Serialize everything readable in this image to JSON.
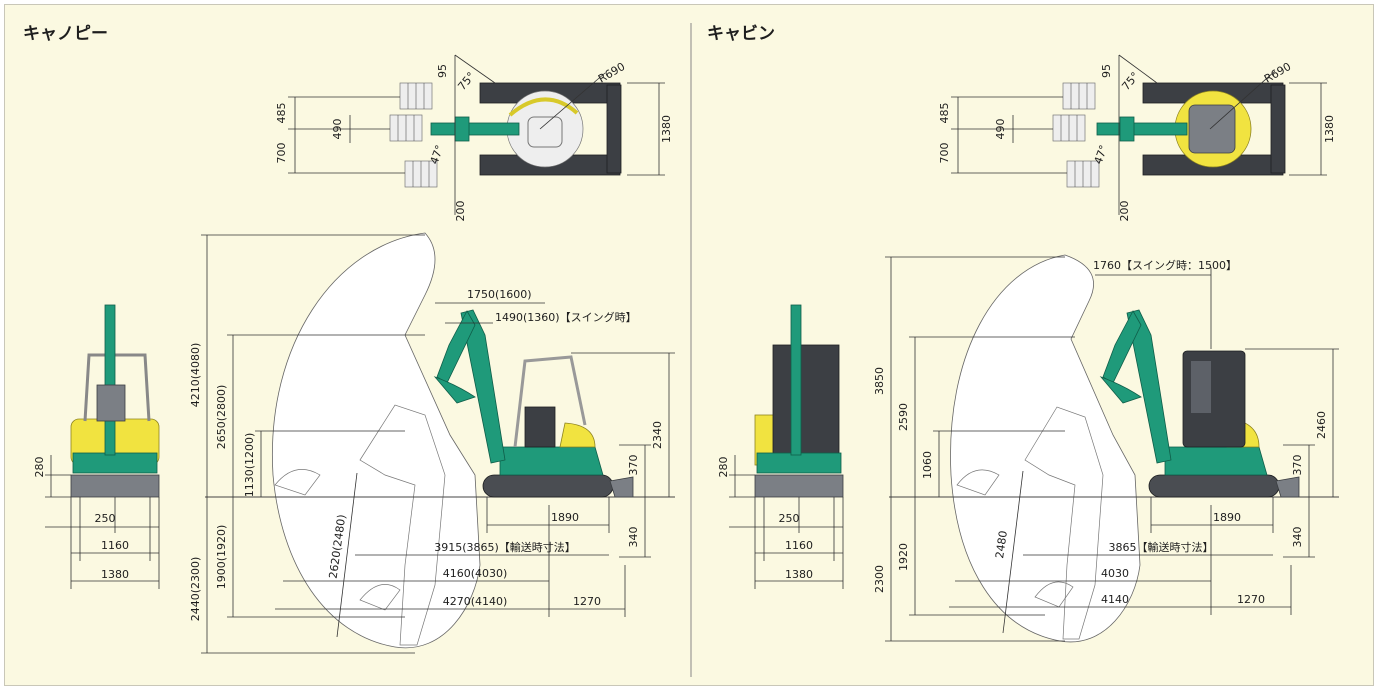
{
  "canopy": {
    "title": "キャノピー",
    "top_view": {
      "d_95": "95",
      "d_485": "485",
      "d_490": "490",
      "d_700": "700",
      "d_200": "200",
      "d_1380": "1380",
      "angle_75": "75°",
      "angle_47": "47°",
      "radius": "R690"
    },
    "front_view": {
      "d_280": "280",
      "d_250": "250",
      "d_1160": "1160",
      "d_1380": "1380"
    },
    "side_view": {
      "d_4210": "4210(4080)",
      "d_2650": "2650(2800)",
      "d_1130": "1130(1200)",
      "d_1900": "1900(1920)",
      "d_2440": "2440(2300)",
      "d_2620": "2620(2480)",
      "d_1750": "1750(1600)",
      "d_1490": "1490(1360)【スイング時】",
      "d_2340": "2340",
      "d_370": "370",
      "d_1890": "1890",
      "d_340": "340",
      "d_3915": "3915(3865)【輸送時寸法】",
      "d_4160": "4160(4030)",
      "d_4270": "4270(4140)",
      "d_1270": "1270"
    }
  },
  "cabin": {
    "title": "キャビン",
    "top_view": {
      "d_95": "95",
      "d_485": "485",
      "d_490": "490",
      "d_700": "700",
      "d_200": "200",
      "d_1380": "1380",
      "angle_75": "75°",
      "angle_47": "47°",
      "radius": "R690"
    },
    "front_view": {
      "d_280": "280",
      "d_250": "250",
      "d_1160": "1160",
      "d_1380": "1380"
    },
    "side_view": {
      "d_3850": "3850",
      "d_2590": "2590",
      "d_1060": "1060",
      "d_1920": "1920",
      "d_2300": "2300",
      "d_2480": "2480",
      "d_1760": "1760【スイング時：1500】",
      "d_2460": "2460",
      "d_370": "370",
      "d_1890": "1890",
      "d_340": "340",
      "d_3865": "3865【輸送時寸法】",
      "d_4030": "4030",
      "d_4140": "4140",
      "d_1270": "1270"
    }
  },
  "colors": {
    "background": "#fbf9e1",
    "body_green": "#1f9a7a",
    "canopy_yellow": "#f1e340",
    "frame_grey": "#7b7f85"
  }
}
